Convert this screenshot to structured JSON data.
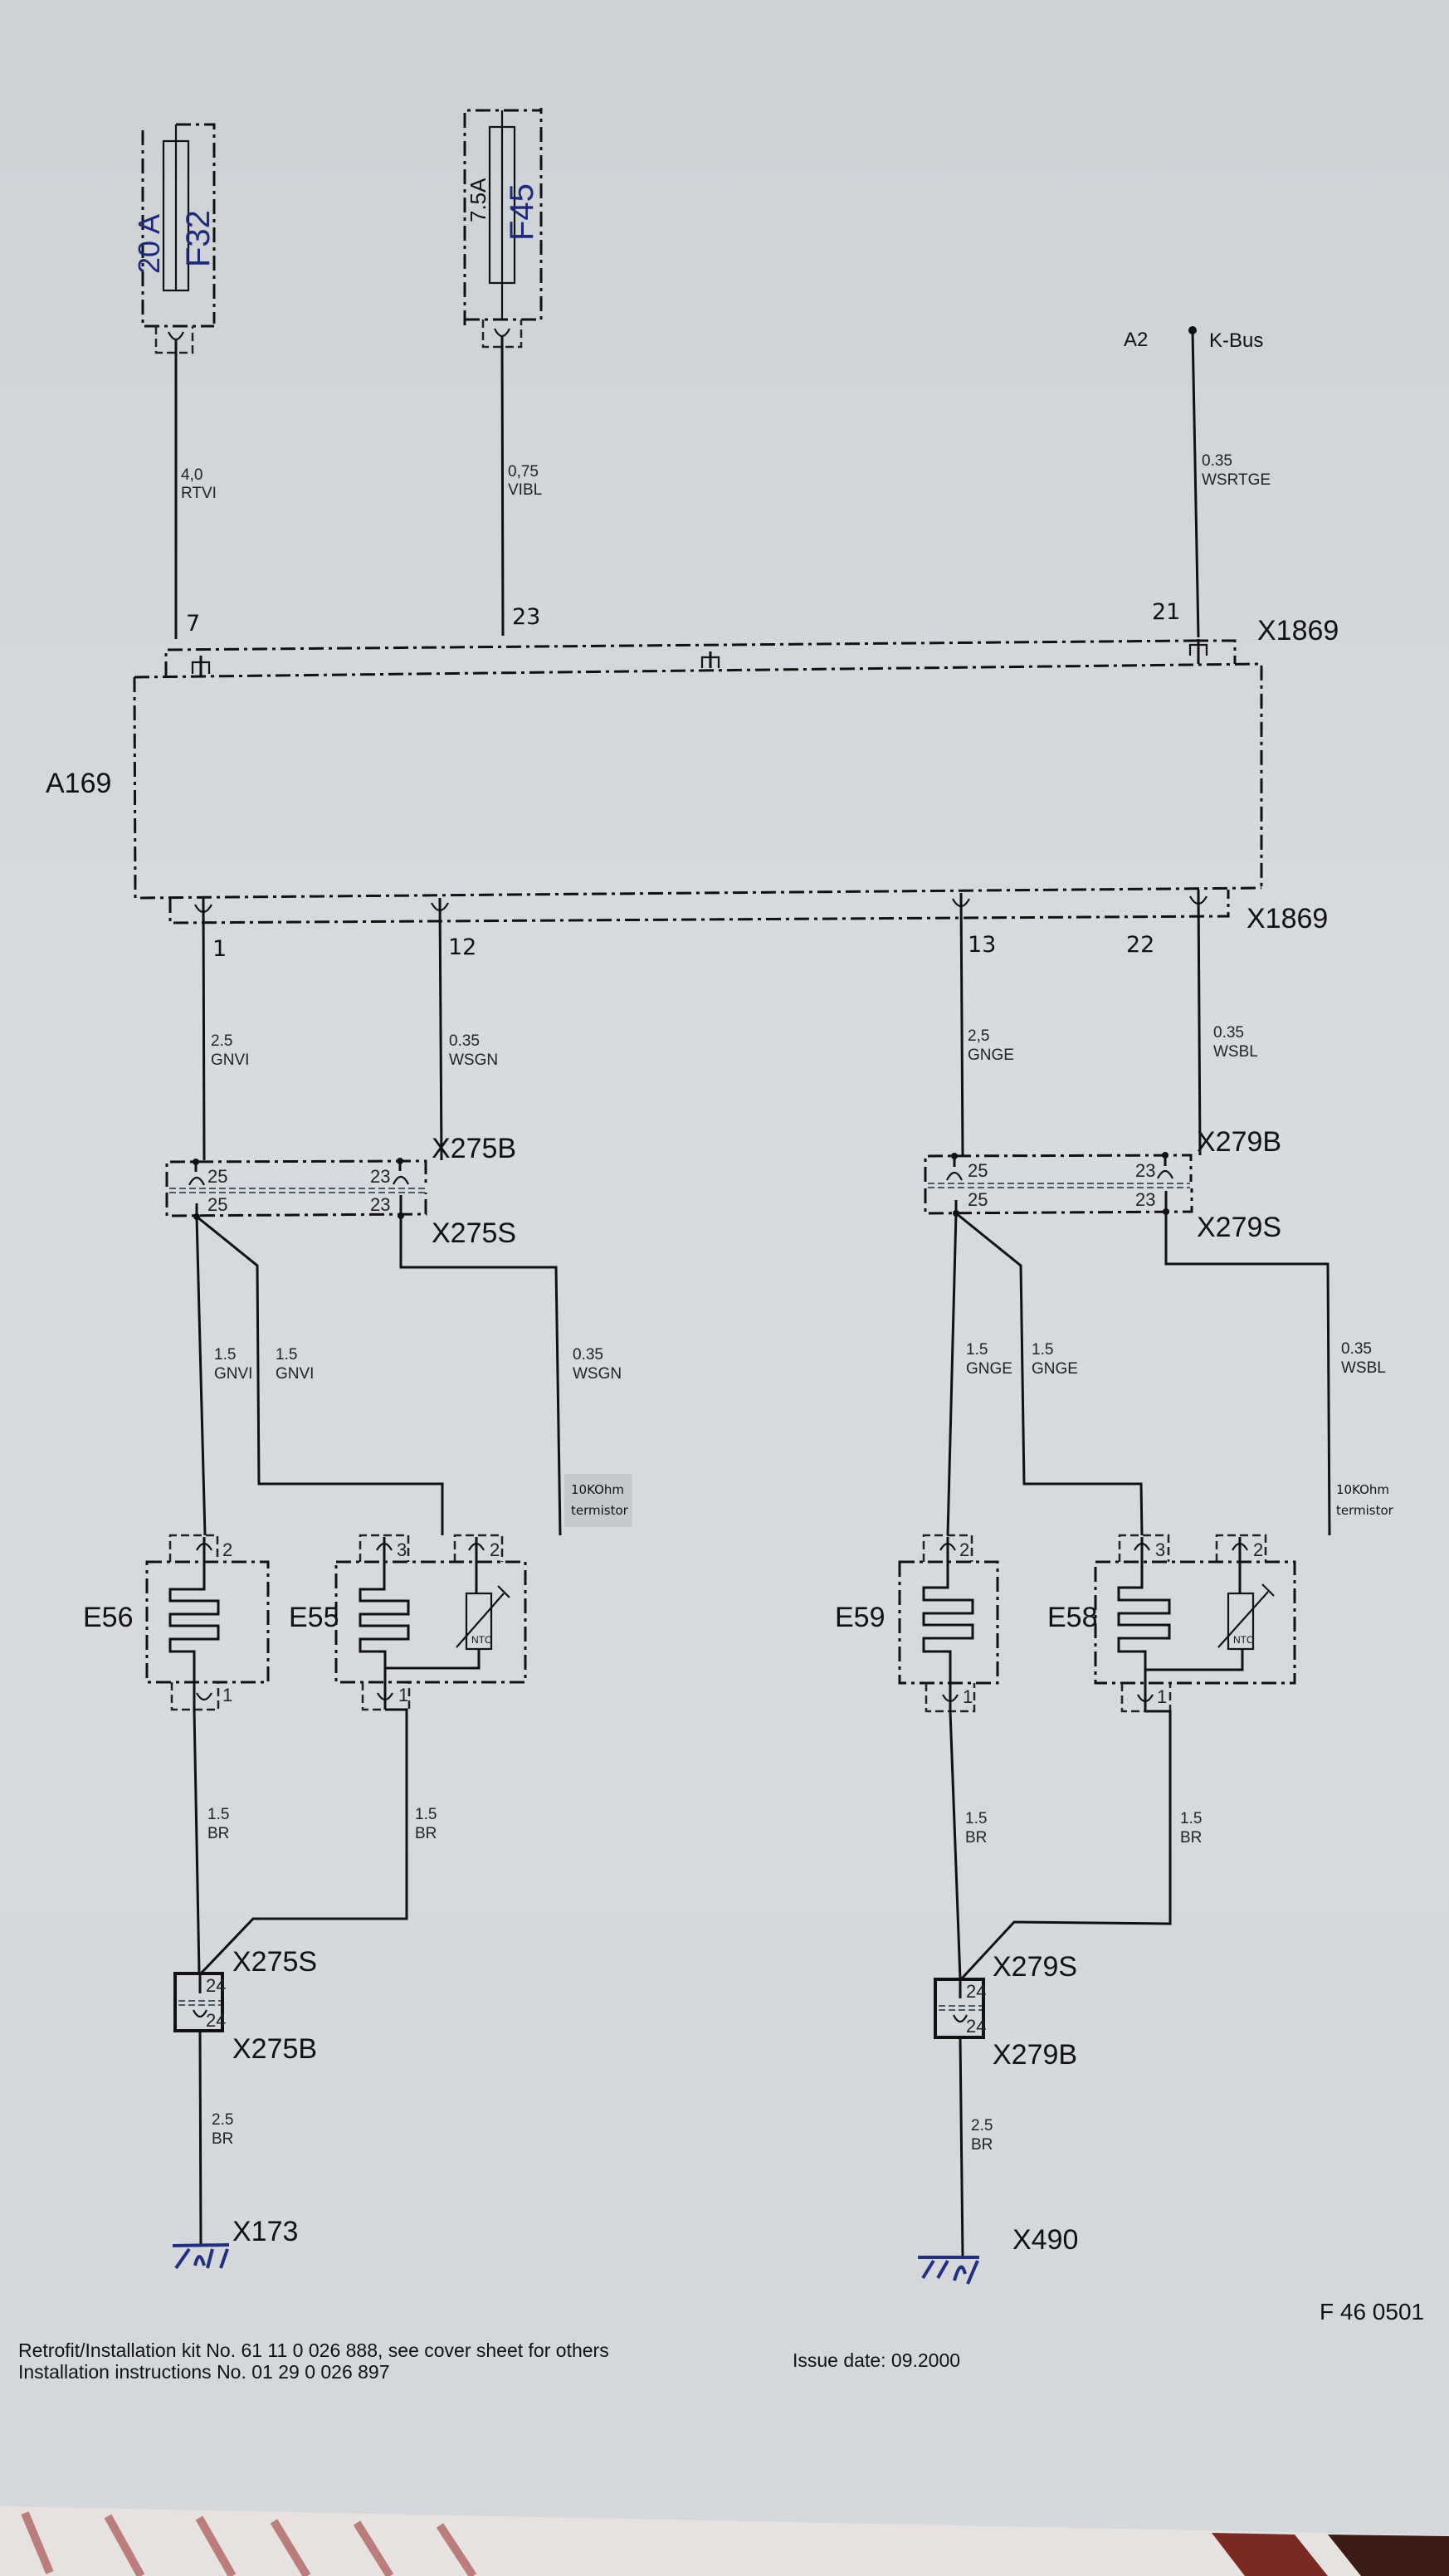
{
  "fuses": [
    {
      "id": "F32",
      "rating": "20 A"
    },
    {
      "id": "F45",
      "rating": "7.5A"
    }
  ],
  "kbus": {
    "ref": "A2",
    "label": "K-Bus",
    "wire_size": "0.35",
    "wire_color": "WSRTGE",
    "pin": "21"
  },
  "control_unit": {
    "id": "A169",
    "connector_top": "X1869",
    "connector_bottom": "X1869"
  },
  "top_wires": [
    {
      "pin": "7",
      "size": "4,0",
      "color": "RTVI"
    },
    {
      "pin": "23",
      "size": "0,75",
      "color": "VIBL"
    }
  ],
  "bottom_wires": [
    {
      "pin": "1",
      "size": "2.5",
      "color": "GNVI"
    },
    {
      "pin": "12",
      "size": "0.35",
      "color": "WSGN"
    },
    {
      "pin": "13",
      "size": "2,5",
      "color": "GNGE"
    },
    {
      "pin": "22",
      "size": "0.35",
      "color": "WSBL"
    }
  ],
  "left_group": {
    "connector_b": "X275B",
    "connector_s": "X275S",
    "pins_upper": [
      "25",
      "23"
    ],
    "pins_lower": [
      "25",
      "23"
    ],
    "branch_wires": [
      {
        "size": "1.5",
        "color": "GNVI"
      },
      {
        "size": "1.5",
        "color": "GNVI"
      },
      {
        "size": "0.35",
        "color": "WSGN"
      }
    ],
    "thermistor_note_line1": "10KOhm",
    "thermistor_note_line2": "termistor",
    "heater_plain": {
      "id": "E56",
      "pin_top": "2",
      "pin_bottom": "1"
    },
    "heater_ntc": {
      "id": "E55",
      "pin_heater": "3",
      "pin_ntc": "2",
      "pin_bottom": "1",
      "ntc_label": "NTC"
    },
    "return_wires": [
      {
        "size": "1.5",
        "color": "BR"
      },
      {
        "size": "1.5",
        "color": "BR"
      }
    ],
    "splice_s": "X275S",
    "splice_b": "X275B",
    "splice_pin_top": "24",
    "splice_pin_bottom": "24",
    "ground_wire": {
      "size": "2.5",
      "color": "BR"
    },
    "ground": "X173"
  },
  "right_group": {
    "connector_b": "X279B",
    "connector_s": "X279S",
    "pins_upper": [
      "25",
      "23"
    ],
    "pins_lower": [
      "25",
      "23"
    ],
    "branch_wires": [
      {
        "size": "1.5",
        "color": "GNGE"
      },
      {
        "size": "1.5",
        "color": "GNGE"
      },
      {
        "size": "0.35",
        "color": "WSBL"
      }
    ],
    "thermistor_note_line1": "10KOhm",
    "thermistor_note_line2": "termistor",
    "heater_plain": {
      "id": "E59",
      "pin_top": "2",
      "pin_bottom": "1"
    },
    "heater_ntc": {
      "id": "E58",
      "pin_heater": "3",
      "pin_ntc": "2",
      "pin_bottom": "1",
      "ntc_label": "NTC"
    },
    "return_wires": [
      {
        "size": "1.5",
        "color": "BR"
      },
      {
        "size": "1.5",
        "color": "BR"
      }
    ],
    "splice_s": "X279S",
    "splice_b": "X279B",
    "splice_pin_top": "24",
    "splice_pin_bottom": "24",
    "ground_wire": {
      "size": "2.5",
      "color": "BR"
    },
    "ground": "X490"
  },
  "figure_id": "F 46 0501",
  "footer": {
    "line1": "Retrofit/Installation kit No. 61 11 0 026 888, see cover sheet for others",
    "issue_date": "Issue date: 09.2000",
    "line2": "Installation instructions No. 01 29 0 026 897"
  },
  "colors": {
    "ink": "#111111",
    "handwriting": "#1f2a7a",
    "paper": "#d4d8dc"
  }
}
